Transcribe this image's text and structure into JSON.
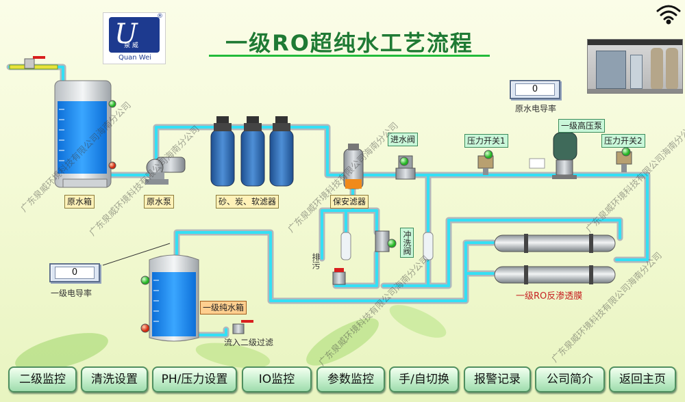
{
  "title": "一级RO超纯水工艺流程",
  "logo": {
    "initial": "U",
    "brand": "泉 威",
    "text": "Quan Wei",
    "reg": "®"
  },
  "labels": {
    "raw_tank": "原水箱",
    "raw_pump": "原水泵",
    "filters": "砂、炭、软滤器",
    "security_filter": "保安滤器",
    "inlet_valve": "进水阀",
    "pressure_switch1": "压力开关1",
    "pressure_switch2": "压力开关2",
    "hp_pump": "一级高压泵",
    "flush_valve": "冲洗阀",
    "drain": "排污",
    "pure_tank": "一级纯水箱",
    "to_second_stage": "流入二级过滤",
    "ro_membrane": "一级RO反渗透膜",
    "raw_conductivity": "原水电导率",
    "pure_conductivity": "一级电导率"
  },
  "readings": {
    "raw_conductivity": "0",
    "pure_conductivity": "0"
  },
  "nav": [
    {
      "label": "二级监控"
    },
    {
      "label": "清洗设置"
    },
    {
      "label": "PH/压力设置"
    },
    {
      "label": "IO监控"
    },
    {
      "label": "参数监控"
    },
    {
      "label": "手/自切换"
    },
    {
      "label": "报警记录"
    },
    {
      "label": "公司简介"
    },
    {
      "label": "返回主页"
    }
  ],
  "watermark": "广东泉威环境科技有限公司海南分公司",
  "colors": {
    "pipe": "#33e0f5",
    "pipe_outline": "#b0b8bc",
    "water": "#1e8ff0",
    "indicator_on": "#2fd02f",
    "indicator_off": "#e0301a",
    "title": "#1f7a34"
  }
}
